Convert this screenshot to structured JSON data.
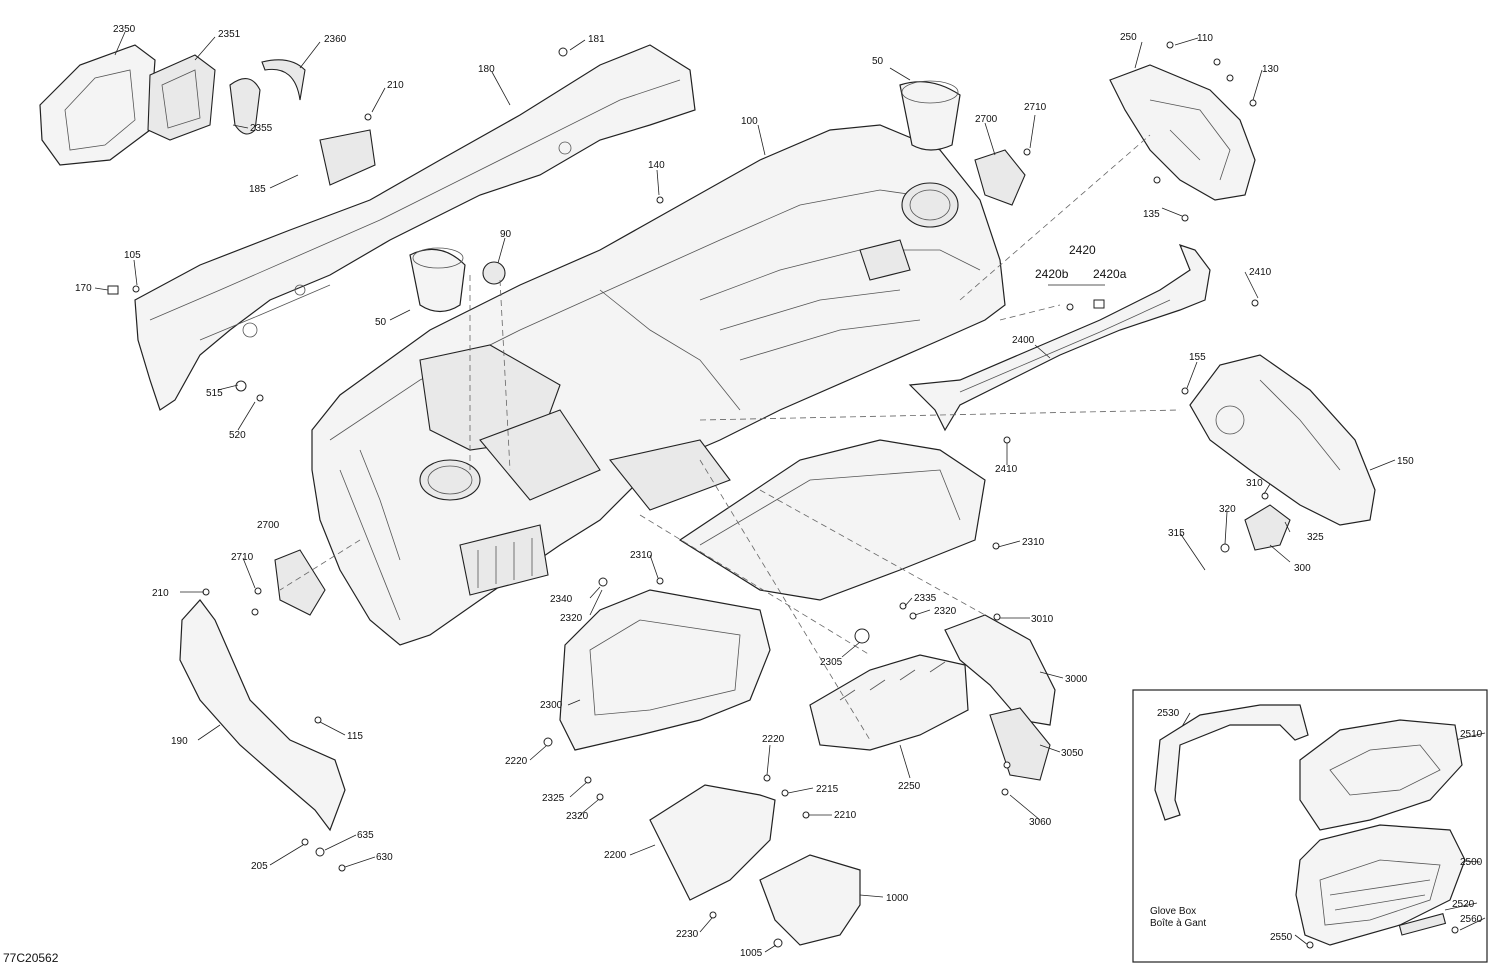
{
  "diagram_id": "77C20562",
  "inset": {
    "caption_line1": "Glove Box",
    "caption_line2": "Boîte à Gant",
    "labels": [
      "2530",
      "2510",
      "2500",
      "2520",
      "2560",
      "2550"
    ]
  },
  "labels": [
    {
      "id": "2350"
    },
    {
      "id": "2351"
    },
    {
      "id": "2360"
    },
    {
      "id": "2355"
    },
    {
      "id": "181"
    },
    {
      "id": "180"
    },
    {
      "id": "210"
    },
    {
      "id": "185"
    },
    {
      "id": "105"
    },
    {
      "id": "170"
    },
    {
      "id": "515"
    },
    {
      "id": "520"
    },
    {
      "id": "50"
    },
    {
      "id": "90"
    },
    {
      "id": "140"
    },
    {
      "id": "100"
    },
    {
      "id": "2700"
    },
    {
      "id": "2710"
    },
    {
      "id": "250"
    },
    {
      "id": "110"
    },
    {
      "id": "130"
    },
    {
      "id": "135"
    },
    {
      "id": "2420"
    },
    {
      "id": "2420b"
    },
    {
      "id": "2420a"
    },
    {
      "id": "2410"
    },
    {
      "id": "2400"
    },
    {
      "id": "155"
    },
    {
      "id": "150"
    },
    {
      "id": "310"
    },
    {
      "id": "320"
    },
    {
      "id": "315"
    },
    {
      "id": "325"
    },
    {
      "id": "300"
    },
    {
      "id": "2310"
    },
    {
      "id": "2340"
    },
    {
      "id": "2320"
    },
    {
      "id": "2335"
    },
    {
      "id": "3010"
    },
    {
      "id": "2305"
    },
    {
      "id": "2300"
    },
    {
      "id": "3000"
    },
    {
      "id": "2250"
    },
    {
      "id": "3050"
    },
    {
      "id": "3060"
    },
    {
      "id": "2220"
    },
    {
      "id": "2325"
    },
    {
      "id": "2215"
    },
    {
      "id": "2210"
    },
    {
      "id": "2200"
    },
    {
      "id": "2230"
    },
    {
      "id": "1000"
    },
    {
      "id": "1005"
    },
    {
      "id": "190"
    },
    {
      "id": "115"
    },
    {
      "id": "635"
    },
    {
      "id": "630"
    },
    {
      "id": "205"
    }
  ]
}
